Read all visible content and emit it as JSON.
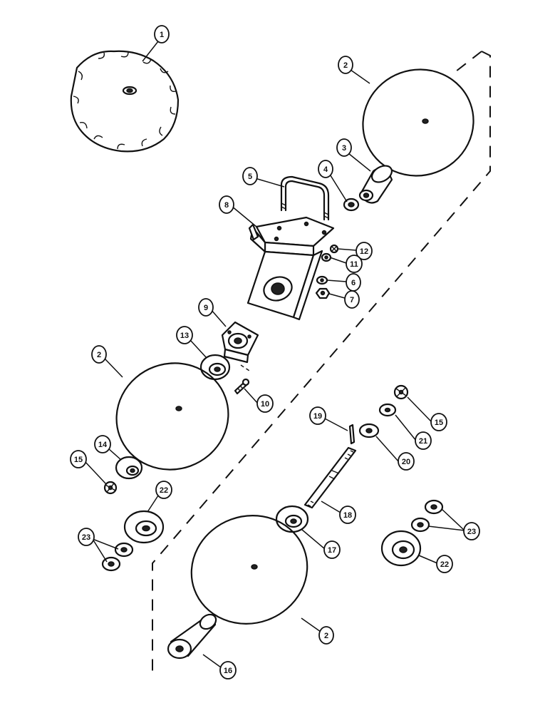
{
  "diagram": {
    "callouts": [
      {
        "id": "c1",
        "label": "1"
      },
      {
        "id": "c2a",
        "label": "2"
      },
      {
        "id": "c3",
        "label": "3"
      },
      {
        "id": "c4",
        "label": "4"
      },
      {
        "id": "c5",
        "label": "5"
      },
      {
        "id": "c8",
        "label": "8"
      },
      {
        "id": "c12",
        "label": "12"
      },
      {
        "id": "c11",
        "label": "11"
      },
      {
        "id": "c6",
        "label": "6"
      },
      {
        "id": "c7",
        "label": "7"
      },
      {
        "id": "c9",
        "label": "9"
      },
      {
        "id": "c13",
        "label": "13"
      },
      {
        "id": "c2b",
        "label": "2"
      },
      {
        "id": "c10",
        "label": "10"
      },
      {
        "id": "c19",
        "label": "19"
      },
      {
        "id": "c15a",
        "label": "15"
      },
      {
        "id": "c21",
        "label": "21"
      },
      {
        "id": "c20",
        "label": "20"
      },
      {
        "id": "c14",
        "label": "14"
      },
      {
        "id": "c15b",
        "label": "15"
      },
      {
        "id": "c22a",
        "label": "22"
      },
      {
        "id": "c18",
        "label": "18"
      },
      {
        "id": "c23a",
        "label": "23"
      },
      {
        "id": "c17",
        "label": "17"
      },
      {
        "id": "c23b",
        "label": "23"
      },
      {
        "id": "c22b",
        "label": "22"
      },
      {
        "id": "c2c",
        "label": "2"
      },
      {
        "id": "c16",
        "label": "16"
      }
    ]
  }
}
